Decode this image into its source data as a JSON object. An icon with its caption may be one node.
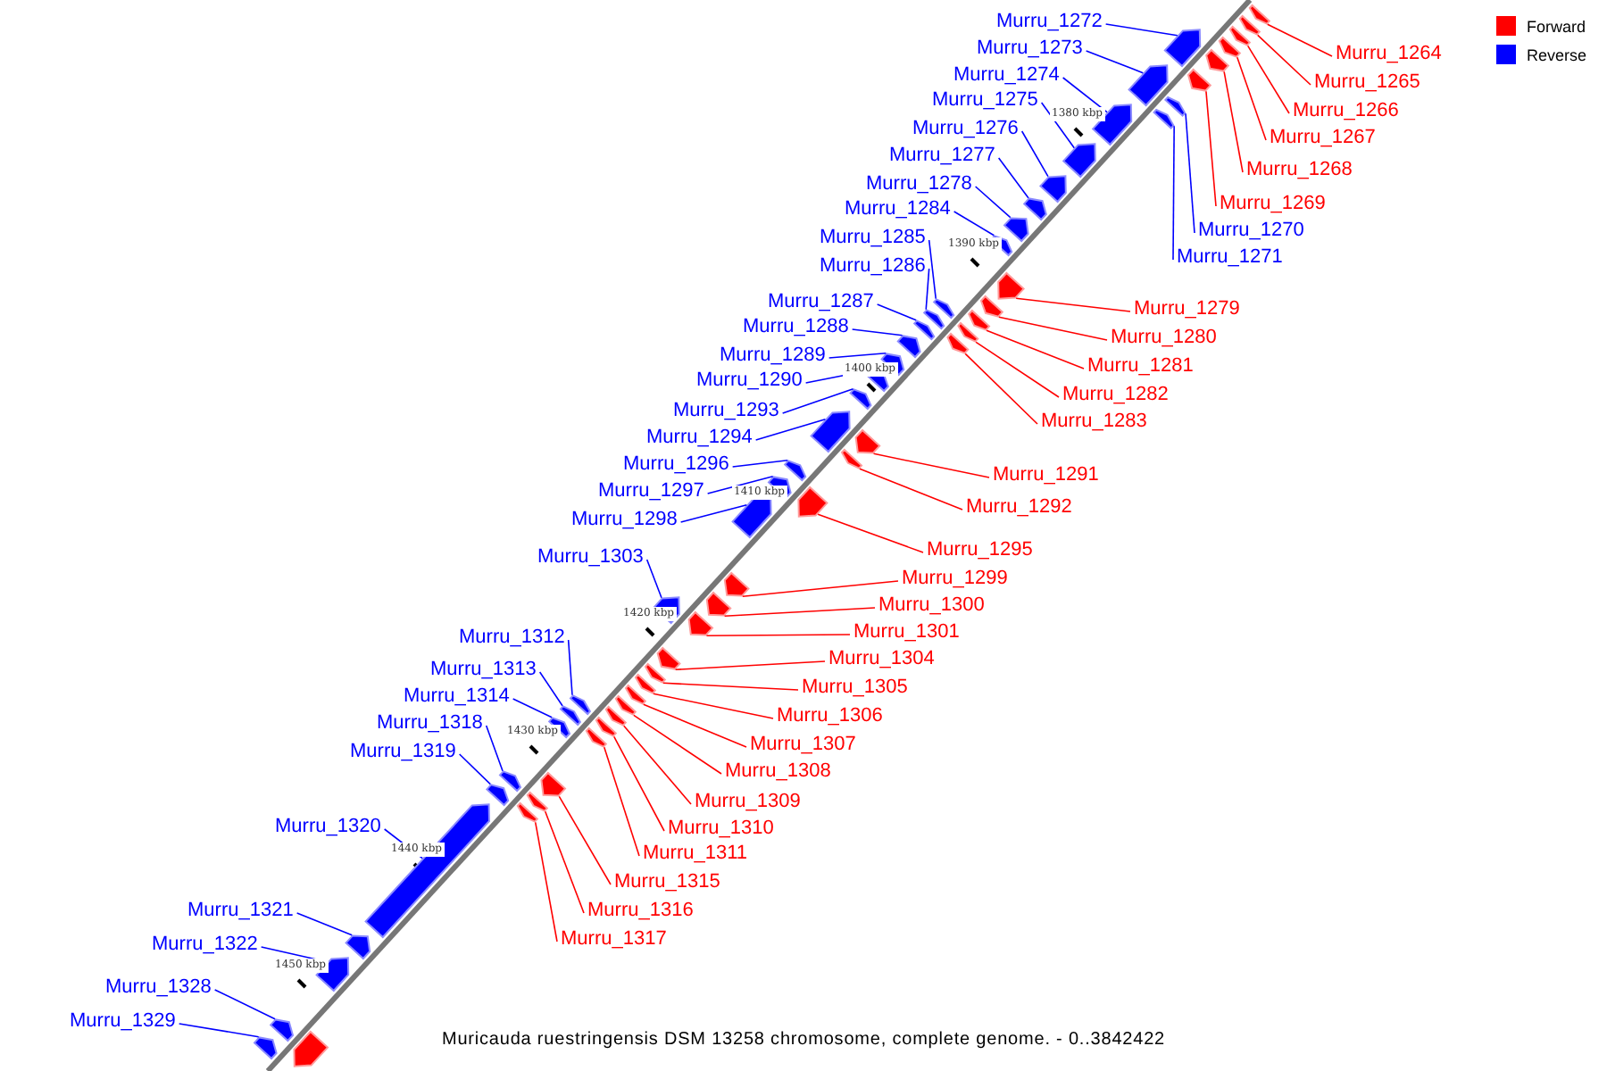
{
  "diagram": {
    "caption": "Muricauda ruestringensis DSM 13258 chromosome, complete genome. - 0..3842422",
    "nodes": [
      {
        "text": [
          "Murru_1272"
        ]
      },
      {
        "text": [
          "Murru_1273"
        ]
      },
      {
        "text": [
          "Murru_1274"
        ]
      },
      {
        "text": [
          "Murru_1275"
        ]
      },
      {
        "text": [
          "Murru_1276"
        ]
      },
      {
        "text": [
          "Murru_1277"
        ]
      },
      {
        "text": [
          "Murru_1278"
        ]
      },
      {
        "text": [
          "Murru_1284"
        ]
      },
      {
        "text": [
          "Murru_1285"
        ]
      },
      {
        "text": [
          "Murru_1286"
        ]
      },
      {
        "text": [
          "Murru_1287"
        ]
      },
      {
        "text": [
          "Murru_1288"
        ]
      },
      {
        "text": [
          "Murru_1289"
        ]
      },
      {
        "text": [
          "Murru_1290"
        ]
      },
      {
        "text": [
          "Murru_1293"
        ]
      },
      {
        "text": [
          "Murru_1294"
        ]
      },
      {
        "text": [
          "Murru_1296"
        ]
      },
      {
        "text": [
          "Murru_1297"
        ]
      },
      {
        "text": [
          "Murru_1298"
        ]
      },
      {
        "text": [
          "Murru_1303"
        ]
      },
      {
        "text": [
          "Murru_1312"
        ]
      },
      {
        "text": [
          "Murru_1313"
        ]
      },
      {
        "text": [
          "Murru_1314"
        ]
      },
      {
        "text": [
          "Murru_1318"
        ]
      },
      {
        "text": [
          "Murru_1319"
        ]
      },
      {
        "text": [
          "Murru_1320"
        ]
      },
      {
        "text": [
          "Murru_1321"
        ]
      },
      {
        "text": [
          "Murru_1322"
        ]
      },
      {
        "text": [
          "Murru_1328"
        ]
      },
      {
        "text": [
          "Murru_1329"
        ]
      },
      {
        "text": [
          "Murru_1270"
        ]
      },
      {
        "text": [
          "Murru_1271"
        ]
      },
      {
        "text": [
          "Murru_1264"
        ]
      },
      {
        "text": [
          "Murru_1265"
        ]
      },
      {
        "text": [
          "Murru_1266"
        ]
      },
      {
        "text": [
          "Murru_1267"
        ]
      },
      {
        "text": [
          "Murru_1268"
        ]
      },
      {
        "text": [
          "Murru_1269"
        ]
      },
      {
        "text": [
          "Murru_1279"
        ]
      },
      {
        "text": [
          "Murru_1280"
        ]
      },
      {
        "text": [
          "Murru_1281"
        ]
      },
      {
        "text": [
          "Murru_1282"
        ]
      },
      {
        "text": [
          "Murru_1283"
        ]
      },
      {
        "text": [
          "Murru_1291"
        ]
      },
      {
        "text": [
          "Murru_1292"
        ]
      },
      {
        "text": [
          "Murru_1295"
        ]
      },
      {
        "text": [
          "Murru_1299"
        ]
      },
      {
        "text": [
          "Murru_1300"
        ]
      },
      {
        "text": [
          "Murru_1301"
        ]
      },
      {
        "text": [
          "Murru_1304"
        ]
      },
      {
        "text": [
          "Murru_1305"
        ]
      },
      {
        "text": [
          "Murru_1306"
        ]
      },
      {
        "text": [
          "Murru_1307"
        ]
      },
      {
        "text": [
          "Murru_1308"
        ]
      },
      {
        "text": [
          "Murru_1309"
        ]
      },
      {
        "text": [
          "Murru_1310"
        ]
      },
      {
        "text": [
          "Murru_1311"
        ]
      },
      {
        "text": [
          "Murru_1315"
        ]
      },
      {
        "text": [
          "Murru_1316"
        ]
      },
      {
        "text": [
          "Murru_1317"
        ]
      },
      {
        "text": [],
        "shape": "arrow"
      },
      {
        "text": [],
        "shape": "arrow"
      },
      {
        "text": [],
        "shape": "arrow"
      },
      {
        "text": [],
        "shape": "arrow"
      },
      {
        "text": [],
        "shape": "arrow"
      },
      {
        "text": [],
        "shape": "arrow"
      },
      {
        "text": [],
        "shape": "arrow"
      },
      {
        "text": [],
        "shape": "arrow"
      },
      {
        "text": [],
        "shape": "arrow"
      },
      {
        "text": [],
        "shape": "arrow"
      },
      {
        "text": [],
        "shape": "arrow"
      },
      {
        "text": [],
        "shape": "arrow"
      },
      {
        "text": [],
        "shape": "arrow"
      },
      {
        "text": [],
        "shape": "arrow"
      },
      {
        "text": [],
        "shape": "arrow"
      },
      {
        "text": [],
        "shape": "arrow"
      },
      {
        "text": [],
        "shape": "arrow"
      },
      {
        "text": [],
        "shape": "arrow"
      },
      {
        "text": [],
        "shape": "arrow"
      },
      {
        "text": [],
        "shape": "arrow"
      },
      {
        "text": [],
        "shape": "arrow"
      },
      {
        "text": [],
        "shape": "arrow"
      },
      {
        "text": [],
        "shape": "arrow"
      },
      {
        "text": [],
        "shape": "arrow"
      },
      {
        "text": [],
        "shape": "arrow"
      },
      {
        "text": [],
        "shape": "arrow"
      },
      {
        "text": [],
        "shape": "arrow"
      },
      {
        "text": [],
        "shape": "arrow"
      },
      {
        "text": [],
        "shape": "arrow"
      },
      {
        "text": [],
        "shape": "arrow"
      },
      {
        "text": [],
        "shape": "arrow"
      },
      {
        "text": [],
        "shape": "arrow"
      },
      {
        "text": [],
        "shape": "arrow"
      },
      {
        "text": [],
        "shape": "arrow"
      },
      {
        "text": [],
        "shape": "arrow"
      },
      {
        "text": [],
        "shape": "arrow"
      },
      {
        "text": [],
        "shape": "arrow"
      },
      {
        "text": [],
        "shape": "arrow"
      },
      {
        "text": [],
        "shape": "arrow"
      },
      {
        "text": [],
        "shape": "arrow"
      },
      {
        "text": [],
        "shape": "arrow"
      },
      {
        "text": [],
        "shape": "arrow"
      },
      {
        "text": [],
        "shape": "arrow"
      },
      {
        "text": [],
        "shape": "arrow"
      },
      {
        "text": [],
        "shape": "arrow"
      },
      {
        "text": [],
        "shape": "arrow"
      },
      {
        "text": [],
        "shape": "arrow"
      },
      {
        "text": [],
        "shape": "arrow"
      },
      {
        "text": [],
        "shape": "arrow"
      },
      {
        "text": [],
        "shape": "arrow"
      },
      {
        "text": [],
        "shape": "arrow"
      },
      {
        "text": [],
        "shape": "arrow"
      },
      {
        "text": [],
        "shape": "arrow"
      },
      {
        "text": [],
        "shape": "arrow"
      },
      {
        "text": [],
        "shape": "arrow"
      },
      {
        "text": [],
        "shape": "arrow"
      },
      {
        "text": [],
        "shape": "arrow"
      },
      {
        "text": [],
        "shape": "arrow"
      },
      {
        "text": [],
        "shape": "arrow"
      },
      {
        "text": [],
        "shape": "arrow"
      },
      {
        "text": [],
        "shape": "arrow"
      }
    ],
    "edges": [
      {
        "from": 0,
        "to": 60,
        "arrow": "none"
      },
      {
        "from": 1,
        "to": 61,
        "arrow": "none"
      },
      {
        "from": 2,
        "to": 62,
        "arrow": "none"
      },
      {
        "from": 3,
        "to": 63,
        "arrow": "none"
      },
      {
        "from": 4,
        "to": 64,
        "arrow": "none"
      },
      {
        "from": 5,
        "to": 65,
        "arrow": "none"
      },
      {
        "from": 6,
        "to": 66,
        "arrow": "none"
      },
      {
        "from": 7,
        "to": 67,
        "arrow": "none"
      },
      {
        "from": 8,
        "to": 68,
        "arrow": "none"
      },
      {
        "from": 9,
        "to": 69,
        "arrow": "none"
      },
      {
        "from": 10,
        "to": 70,
        "arrow": "none"
      },
      {
        "from": 11,
        "to": 71,
        "arrow": "none"
      },
      {
        "from": 12,
        "to": 72,
        "arrow": "none"
      },
      {
        "from": 13,
        "to": 73,
        "arrow": "none"
      },
      {
        "from": 14,
        "to": 74,
        "arrow": "none"
      },
      {
        "from": 15,
        "to": 75,
        "arrow": "none"
      },
      {
        "from": 16,
        "to": 76,
        "arrow": "none"
      },
      {
        "from": 17,
        "to": 77,
        "arrow": "none"
      },
      {
        "from": 18,
        "to": 78,
        "arrow": "none"
      },
      {
        "from": 19,
        "to": 79,
        "arrow": "none"
      },
      {
        "from": 20,
        "to": 80,
        "arrow": "none"
      },
      {
        "from": 21,
        "to": 81,
        "arrow": "none"
      },
      {
        "from": 22,
        "to": 82,
        "arrow": "none"
      },
      {
        "from": 23,
        "to": 83,
        "arrow": "none"
      },
      {
        "from": 24,
        "to": 84,
        "arrow": "none"
      },
      {
        "from": 25,
        "to": 85,
        "arrow": "none"
      },
      {
        "from": 26,
        "to": 86,
        "arrow": "none"
      },
      {
        "from": 27,
        "to": 87,
        "arrow": "none"
      },
      {
        "from": 28,
        "to": 88,
        "arrow": "none"
      },
      {
        "from": 29,
        "to": 89,
        "arrow": "none"
      },
      {
        "from": 30,
        "to": 90,
        "arrow": "none"
      },
      {
        "from": 31,
        "to": 91,
        "arrow": "none"
      },
      {
        "from": 32,
        "to": 92,
        "arrow": "none",
        "color": "#ff0000"
      },
      {
        "from": 33,
        "to": 93,
        "arrow": "none",
        "color": "#ff0000"
      },
      {
        "from": 34,
        "to": 94,
        "arrow": "none",
        "color": "#ff0000"
      },
      {
        "from": 35,
        "to": 95,
        "arrow": "none",
        "color": "#ff0000"
      },
      {
        "from": 36,
        "to": 96,
        "arrow": "none",
        "color": "#ff0000"
      },
      {
        "from": 37,
        "to": 97,
        "arrow": "none",
        "color": "#ff0000"
      },
      {
        "from": 38,
        "to": 98,
        "arrow": "none",
        "color": "#ff0000"
      },
      {
        "from": 39,
        "to": 99,
        "arrow": "none",
        "color": "#ff0000"
      },
      {
        "from": 40,
        "to": 100,
        "arrow": "none",
        "color": "#ff0000"
      },
      {
        "from": 41,
        "to": 101,
        "arrow": "none",
        "color": "#ff0000"
      },
      {
        "from": 42,
        "to": 102,
        "arrow": "none",
        "color": "#ff0000"
      },
      {
        "from": 43,
        "to": 103,
        "arrow": "none",
        "color": "#ff0000"
      },
      {
        "from": 44,
        "to": 104,
        "arrow": "none",
        "color": "#ff0000"
      },
      {
        "from": 45,
        "to": 105,
        "arrow": "none",
        "color": "#ff0000"
      },
      {
        "from": 46,
        "to": 106,
        "arrow": "none",
        "color": "#ff0000"
      },
      {
        "from": 47,
        "to": 107,
        "arrow": "none",
        "color": "#ff0000"
      },
      {
        "from": 48,
        "to": 108,
        "arrow": "none",
        "color": "#ff0000"
      },
      {
        "from": 49,
        "to": 109,
        "arrow": "none",
        "color": "#ff0000"
      },
      {
        "from": 50,
        "to": 110,
        "arrow": "none",
        "color": "#ff0000"
      },
      {
        "from": 51,
        "to": 111,
        "arrow": "none",
        "color": "#ff0000"
      },
      {
        "from": 52,
        "to": 112,
        "arrow": "none",
        "color": "#ff0000"
      },
      {
        "from": 53,
        "to": 113,
        "arrow": "none",
        "color": "#ff0000"
      },
      {
        "from": 54,
        "to": 114,
        "arrow": "none",
        "color": "#ff0000"
      },
      {
        "from": 55,
        "to": 115,
        "arrow": "none",
        "color": "#ff0000"
      },
      {
        "from": 56,
        "to": 116,
        "arrow": "none",
        "color": "#ff0000"
      },
      {
        "from": 57,
        "to": 117,
        "arrow": "none",
        "color": "#ff0000"
      },
      {
        "from": 58,
        "to": 118,
        "arrow": "none",
        "color": "#ff0000"
      },
      {
        "from": 59,
        "to": 119,
        "arrow": "none",
        "color": "#ff0000"
      }
    ],
    "labels": [
      "1380 kbp",
      "1390 kbp",
      "1400 kbp",
      "1410 kbp",
      "1420 kbp",
      "1430 kbp",
      "1440 kbp",
      "1450 kbp"
    ],
    "legend": [
      {
        "text": "Forward",
        "color": "#ff0000"
      },
      {
        "text": "Reverse",
        "color": "#0000ff"
      }
    ]
  }
}
